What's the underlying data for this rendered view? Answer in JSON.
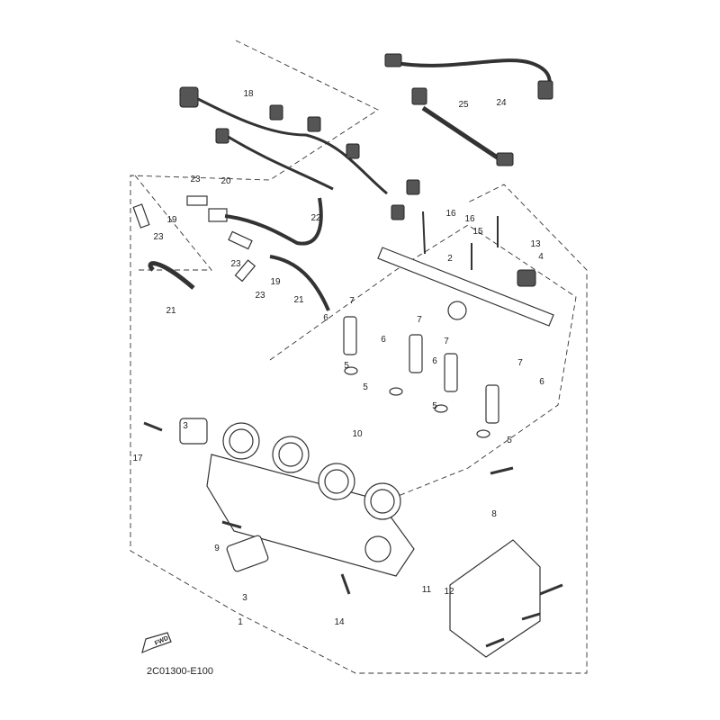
{
  "diagram": {
    "drawing_code": "2C01300-E100",
    "fwd_arrow_text": "FWD",
    "callouts": [
      "18",
      "24",
      "25",
      "23",
      "20",
      "19",
      "23",
      "22",
      "16",
      "16",
      "15",
      "13",
      "2",
      "4",
      "23",
      "19",
      "23",
      "21",
      "21",
      "7",
      "6",
      "7",
      "6",
      "7",
      "6",
      "7",
      "6",
      "5",
      "5",
      "5",
      "5",
      "3",
      "17",
      "10",
      "8",
      "9",
      "3",
      "11",
      "12",
      "14",
      "1"
    ]
  }
}
